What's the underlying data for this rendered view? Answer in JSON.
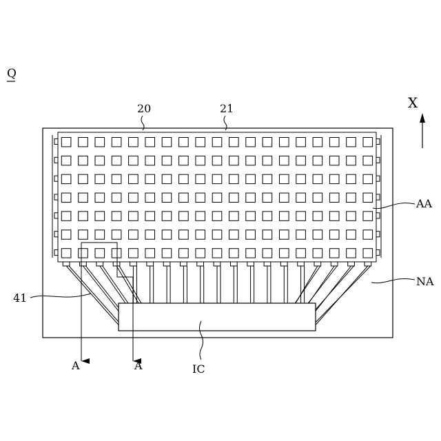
{
  "figure": {
    "corner_label": "Q",
    "direction_label": "X",
    "labels": {
      "ref_20": "20",
      "ref_21": "21",
      "aa": "AA",
      "na": "NA",
      "ref_41": "41",
      "section_a_left": "A",
      "section_a_right": "A",
      "ic": "IC"
    },
    "grid": {
      "columns": 19,
      "rows": 7
    },
    "colors": {
      "line": "#000000",
      "background": "#ffffff"
    }
  }
}
